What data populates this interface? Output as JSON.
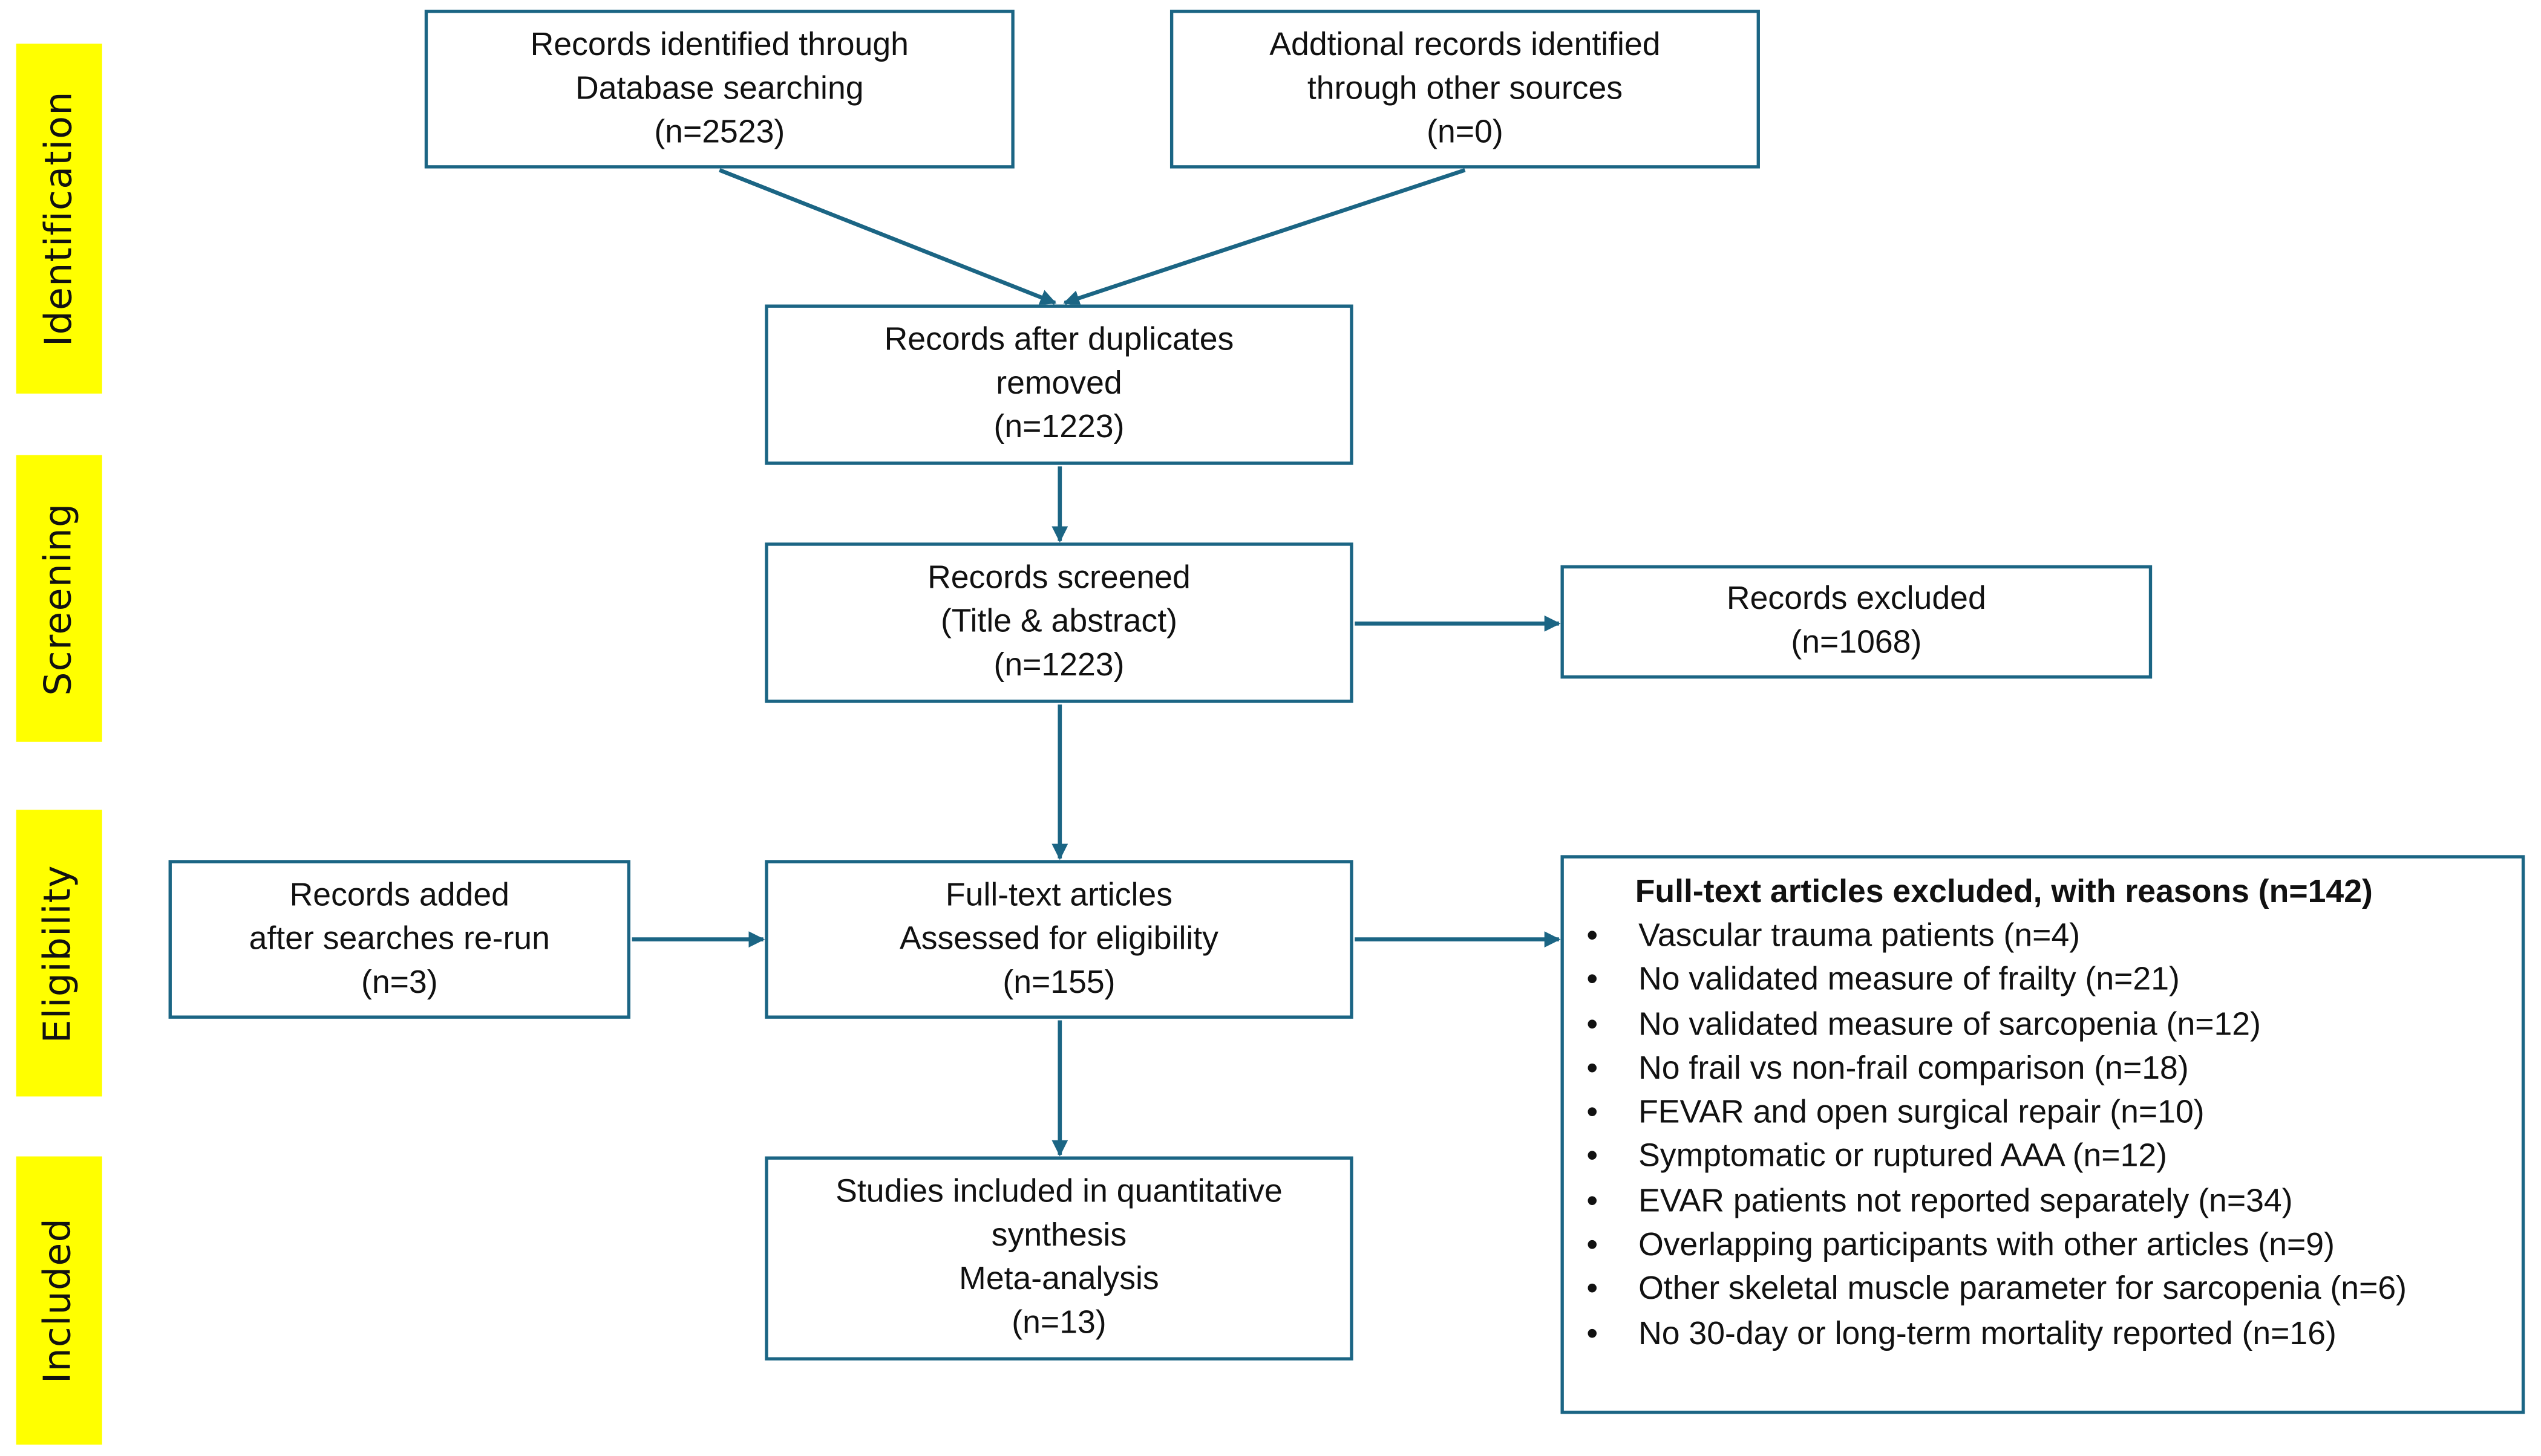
{
  "phases": [
    "Identification",
    "Screening",
    "Eligibility",
    "Included"
  ],
  "boxes": {
    "database": [
      "Records identified through",
      "Database searching",
      "(n=2523)"
    ],
    "other_sources": [
      "Addtional records identified",
      "through other sources",
      "(n=0)"
    ],
    "duplicates_removed": [
      "Records after duplicates",
      "removed",
      "(n=1223)"
    ],
    "screened": [
      "Records screened",
      "(Title & abstract)",
      "(n=1223)"
    ],
    "excluded": [
      "Records excluded",
      "(n=1068)"
    ],
    "added": [
      "Records added",
      "after searches re-run",
      "(n=3)"
    ],
    "full_text": [
      "Full-text articles",
      "Assessed for eligibility",
      "(n=155)"
    ],
    "included": [
      "Studies included in quantitative",
      "synthesis",
      "Meta-analysis",
      "(n=13)"
    ]
  },
  "reasons": {
    "title": "Full-text articles excluded, with reasons (n=142)",
    "bullet": "•",
    "items": [
      "Vascular trauma patients (n=4)",
      "No validated measure of frailty (n=21)",
      "No validated measure of sarcopenia (n=12)",
      "No frail vs non-frail comparison (n=18)",
      "FEVAR and open surgical repair (n=10)",
      "Symptomatic or ruptured AAA (n=12)",
      "EVAR patients not reported separately (n=34)",
      "Overlapping participants with other articles (n=9)",
      "Other skeletal muscle parameter for sarcopenia (n=6)",
      "No 30-day or long-term mortality reported (n=16)"
    ]
  },
  "colors": {
    "line": "#1b6584",
    "phase_bg": "#ffff00"
  }
}
